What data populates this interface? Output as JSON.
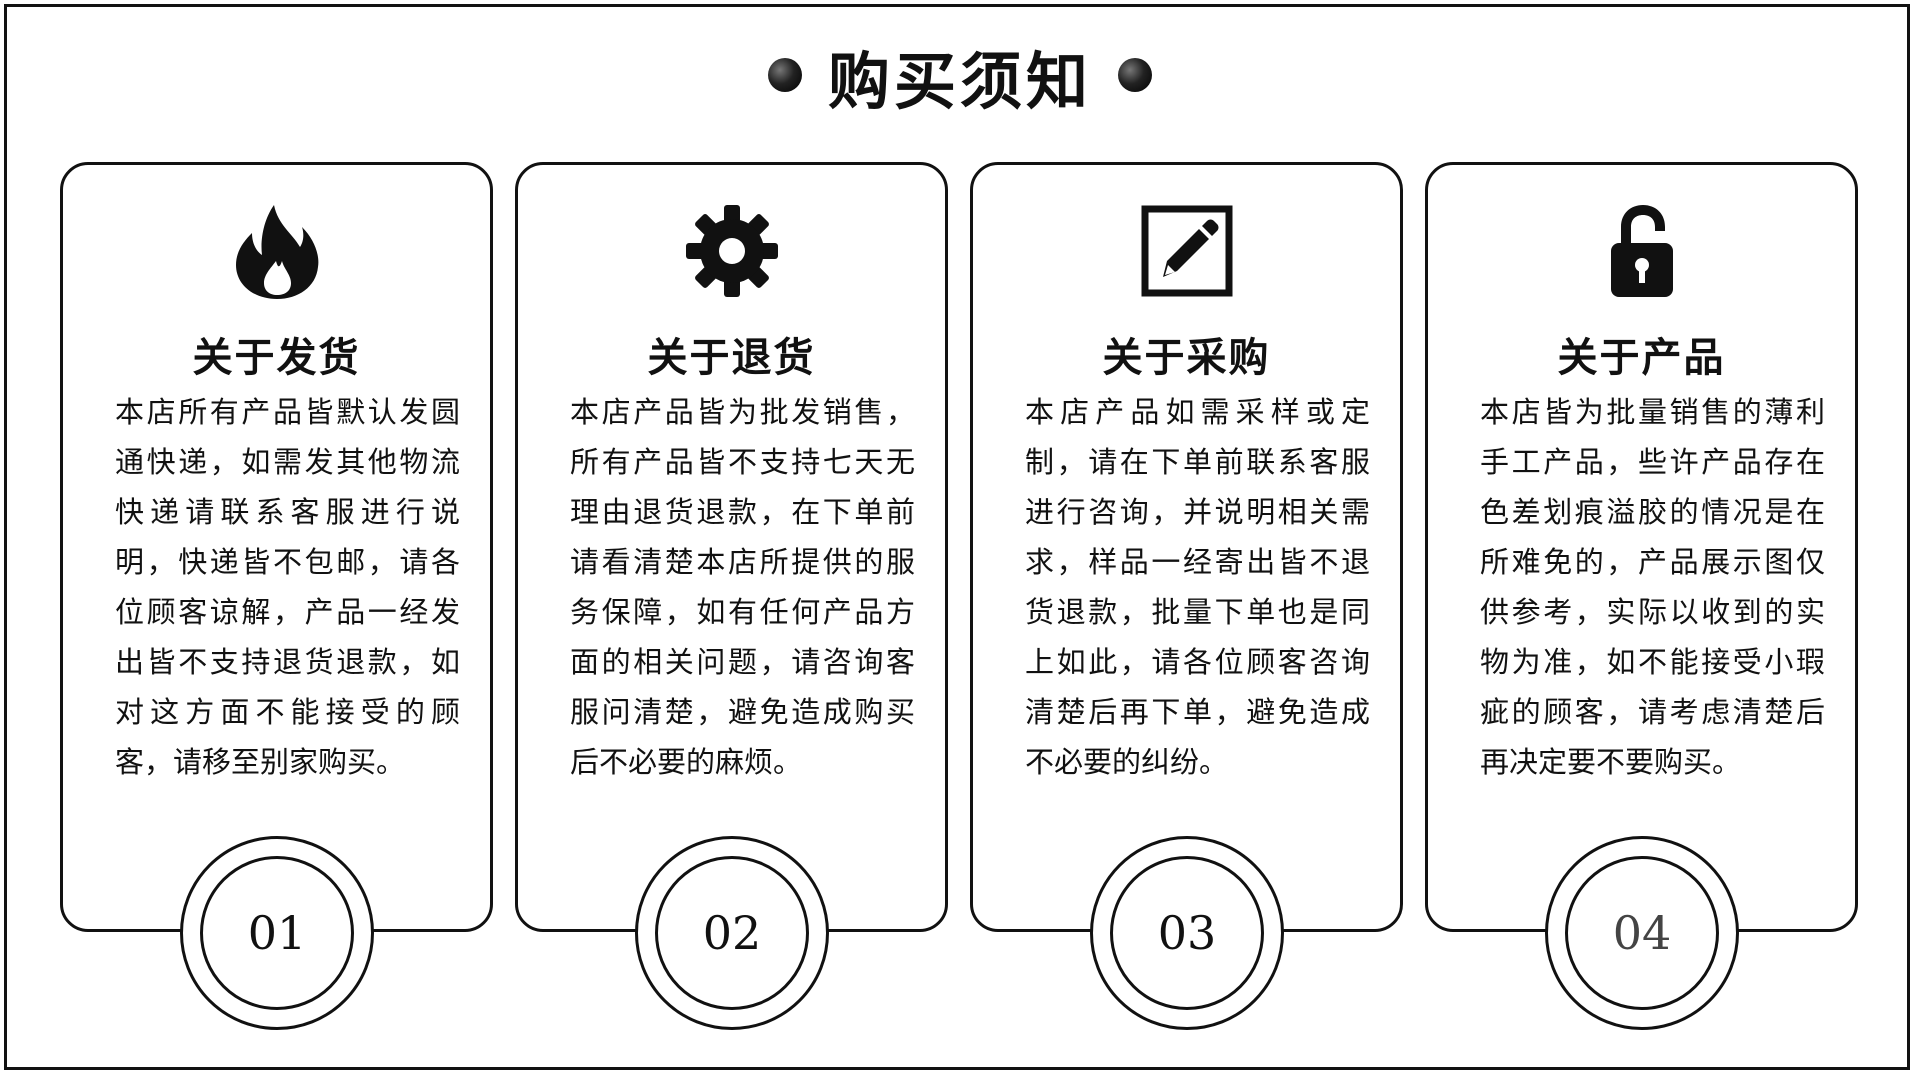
{
  "title": "购买须知",
  "cards": [
    {
      "icon": "fire-icon",
      "title": "关于发货",
      "body": "本店所有产品皆默认发圆通快递，如需发其他物流快递请联系客服进行说明，快递皆不包邮，请各位顾客谅解，产品一经发出皆不支持退货退款，如对这方面不能接受的顾客，请移至别家购买。",
      "number": "01"
    },
    {
      "icon": "gear-icon",
      "title": "关于退货",
      "body": "本店产品皆为批发销售，所有产品皆不支持七天无理由退货退款，在下单前请看清楚本店所提供的服务保障，如有任何产品方面的相关问题，请咨询客服问清楚，避免造成购买后不必要的麻烦。",
      "number": "02"
    },
    {
      "icon": "edit-icon",
      "title": "关于采购",
      "body": "本店产品如需采样或定制，请在下单前联系客服进行咨询，并说明相关需求，样品一经寄出皆不退货退款，批量下单也是同上如此，请各位顾客咨询清楚后再下单，避免造成不必要的纠纷。",
      "number": "03"
    },
    {
      "icon": "unlock-icon",
      "title": "关于产品",
      "body": "本店皆为批量销售的薄利手工产品，些许产品存在色差划痕溢胶的情况是在所难免的，产品展示图仅供参考，实际以收到的实物为准，如不能接受小瑕疵的顾客，请考虑清楚后再决定要不要购买。",
      "number": "04"
    }
  ],
  "colors": {
    "ink": "#111111",
    "background": "#ffffff"
  }
}
